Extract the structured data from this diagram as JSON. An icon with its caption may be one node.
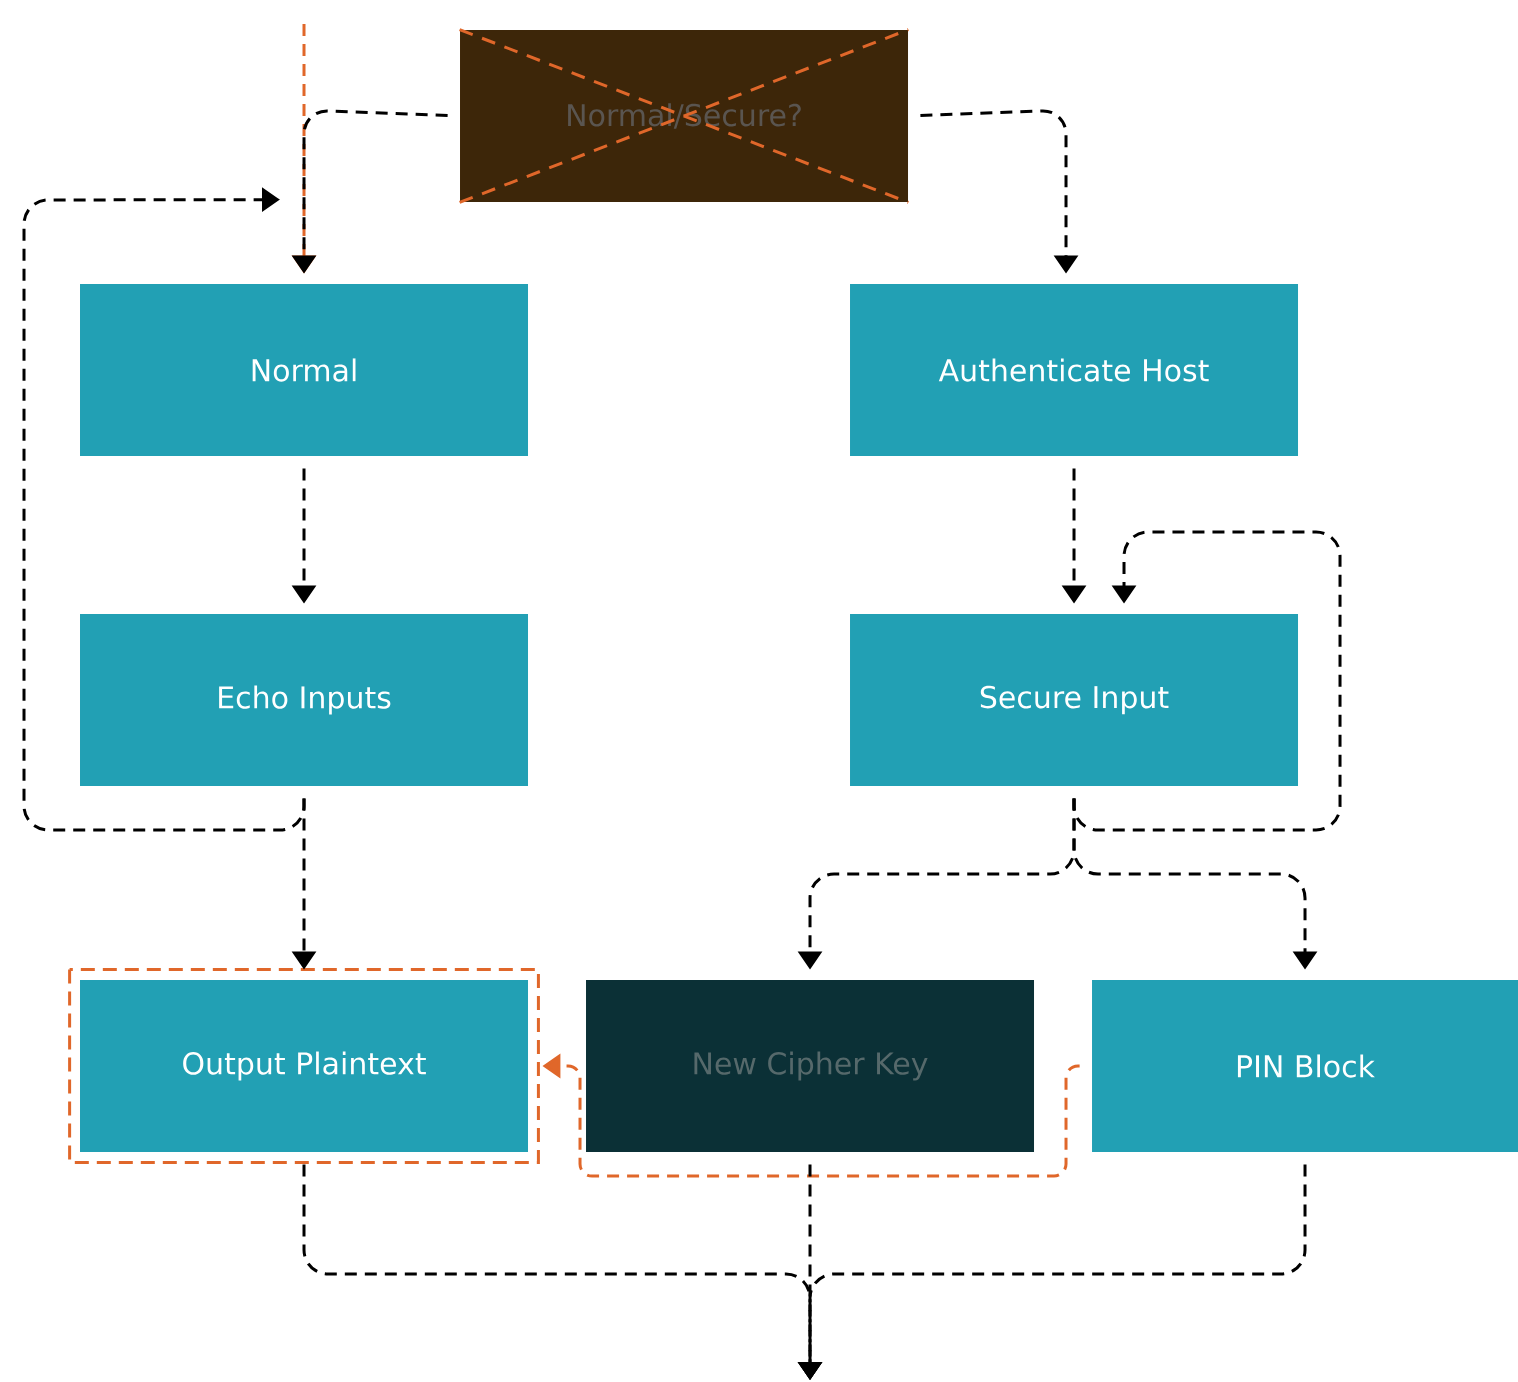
{
  "diagram": {
    "nodes": [
      {
        "text": [
          "Normal/Secure?"
        ]
      },
      {
        "text": [
          "Normal"
        ]
      },
      {
        "text": [
          "Authenticate Host"
        ]
      },
      {
        "text": [
          "Echo Inputs"
        ]
      },
      {
        "text": [
          "Secure Input"
        ]
      },
      {
        "text": [
          "Output Plaintext"
        ]
      },
      {
        "text": [
          "New Cipher Key"
        ]
      },
      {
        "text": [
          "PIN Block"
        ]
      }
    ],
    "edges": [
      {
        "from": null,
        "to": 1,
        "arrow": "to",
        "style": "dashed",
        "color": "#e0672a"
      },
      {
        "from": 0,
        "to": 1,
        "arrow": "to",
        "style": "dashed"
      },
      {
        "from": 0,
        "to": 2,
        "arrow": "to",
        "style": "dashed"
      },
      {
        "from": 1,
        "to": 3,
        "arrow": "to",
        "style": "dashed"
      },
      {
        "from": 2,
        "to": 4,
        "arrow": "to",
        "style": "dashed"
      },
      {
        "from": 3,
        "to": 5,
        "arrow": "to",
        "style": "dashed"
      },
      {
        "from": 3,
        "to": 1,
        "arrow": "to",
        "style": "dashed"
      },
      {
        "from": 4,
        "to": 4,
        "arrow": "to",
        "style": "dashed"
      },
      {
        "from": 4,
        "to": 6,
        "arrow": "to",
        "style": "dashed"
      },
      {
        "from": 4,
        "to": 7,
        "arrow": "to",
        "style": "dashed"
      },
      {
        "from": 7,
        "to": 5,
        "arrow": "to",
        "style": "dashed",
        "color": "#e0672a"
      },
      {
        "from": 5,
        "to": null,
        "arrow": "to",
        "style": "dashed"
      },
      {
        "from": 6,
        "to": null,
        "arrow": "to",
        "style": "dashed"
      },
      {
        "from": 7,
        "to": null,
        "arrow": "to",
        "style": "dashed"
      }
    ]
  }
}
